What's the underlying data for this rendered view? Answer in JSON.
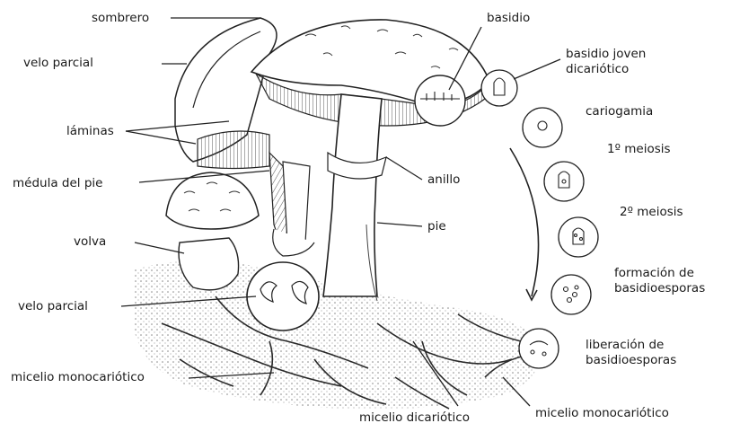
{
  "labels": {
    "sombrero": "sombrero",
    "velo_parcial_top": "velo parcial",
    "laminas": "láminas",
    "medula_del_pie": "médula del pie",
    "volva": "volva",
    "velo_parcial_bottom": "velo parcial",
    "micelio_monocariotico_left": "micelio monocariótico",
    "micelio_dicariotico": "micelio dicariótico",
    "micelio_monocariotico_right": "micelio monocariótico",
    "anillo": "anillo",
    "pie": "pie",
    "basidio": "basidio"
  },
  "stages": [
    {
      "line1": "basidio joven",
      "line2": "dicariótico"
    },
    {
      "line1": "cariogamia",
      "line2": ""
    },
    {
      "line1": "1º meiosis",
      "line2": ""
    },
    {
      "line1": "2º meiosis",
      "line2": ""
    },
    {
      "line1": "formación de",
      "line2": "basidioesporas"
    },
    {
      "line1": "liberación de",
      "line2": "basidioesporas"
    }
  ],
  "colors": {
    "ink": "#1a1a1a",
    "line": "#333333",
    "soil": "#9a9a9a"
  }
}
